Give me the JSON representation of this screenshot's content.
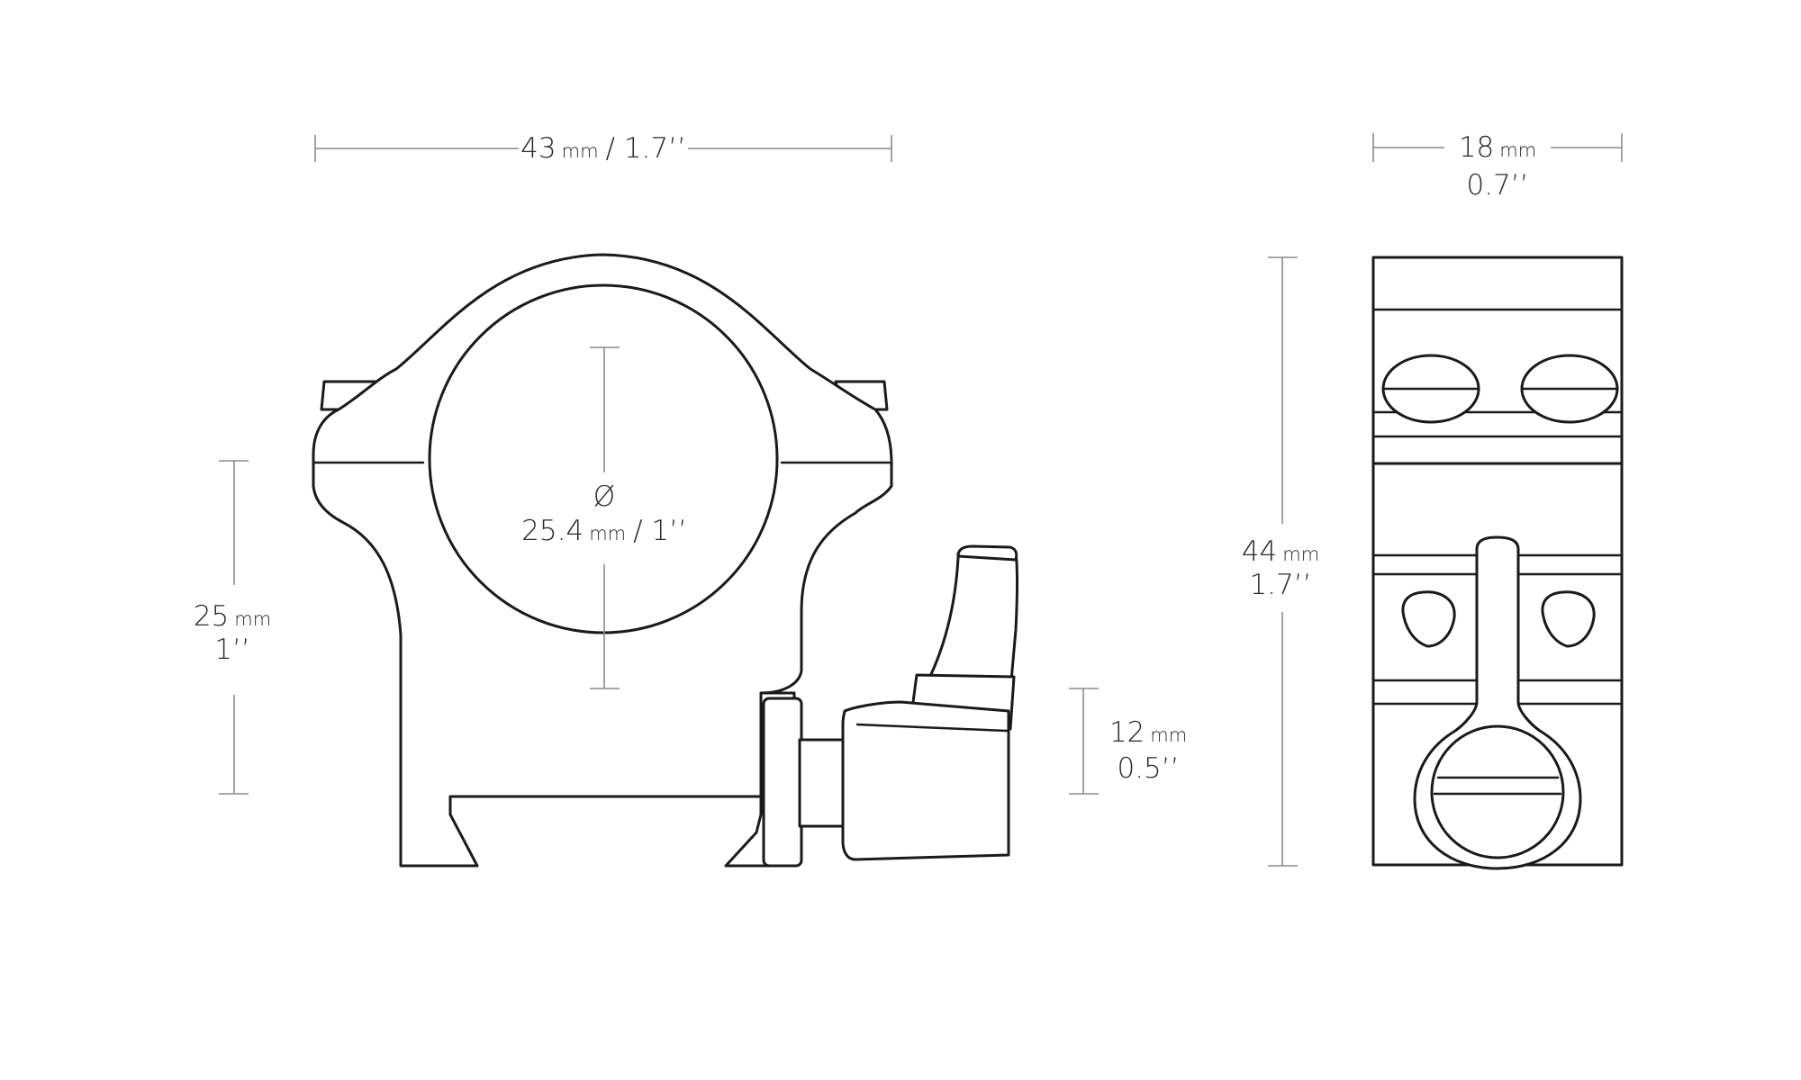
{
  "colors": {
    "outline": "#1a1a1a",
    "dimension_line": "#8a8a8a",
    "text": "#2a2a2a",
    "background": "#ffffff"
  },
  "dimensions": {
    "front_width": {
      "value": "43",
      "unit": "mm",
      "imperial": "/ 1.7’’"
    },
    "tube_diameter": {
      "symbol": "Ø",
      "value": "25.4",
      "unit": "mm",
      "imperial": "/ 1’’"
    },
    "center_height": {
      "value": "25",
      "unit": "mm",
      "imperial": "1’’"
    },
    "lever_height": {
      "value": "12",
      "unit": "mm",
      "imperial": "0.5’’"
    },
    "side_width": {
      "value": "18",
      "unit": "mm",
      "imperial": "0.7’’"
    },
    "total_height": {
      "value": "44",
      "unit": "mm",
      "imperial": "1.7’’"
    }
  }
}
